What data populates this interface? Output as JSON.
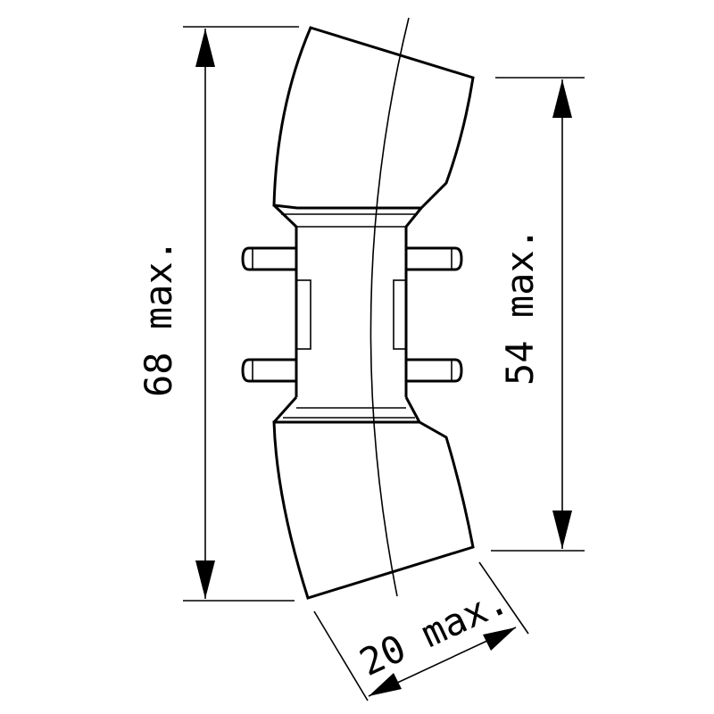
{
  "dimensions": {
    "overall_height": "68 max.",
    "inner_height": "54 max.",
    "width": "20 max."
  },
  "colors": {
    "line": "#000000",
    "background": "#ffffff"
  }
}
